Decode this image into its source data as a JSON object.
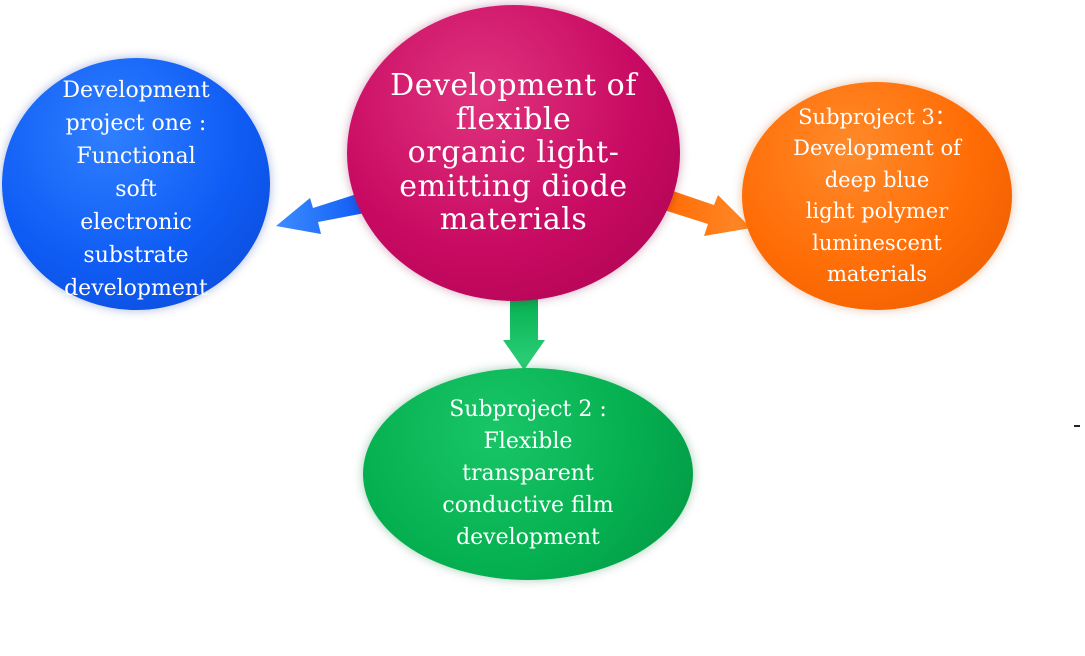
{
  "diagram": {
    "center": {
      "label": "Development of\nflexible\norganic light-\nemitting diode\nmaterials",
      "color": "#c80a62"
    },
    "subprojects": [
      {
        "id": "left",
        "label": "Development\nproject one  :\nFunctional\nsoft\nelectronic\nsubstrate\ndevelopment",
        "color": "#0f5cf5"
      },
      {
        "id": "right",
        "label": "Subproject 3：\nDevelopment of\ndeep blue\nlight polymer\nluminescent\nmaterials",
        "color": "#ff6c05"
      },
      {
        "id": "bottom",
        "label": "Subproject 2  :\nFlexible\ntransparent\nconductive film\ndevelopment",
        "color": "#05b050"
      }
    ]
  }
}
